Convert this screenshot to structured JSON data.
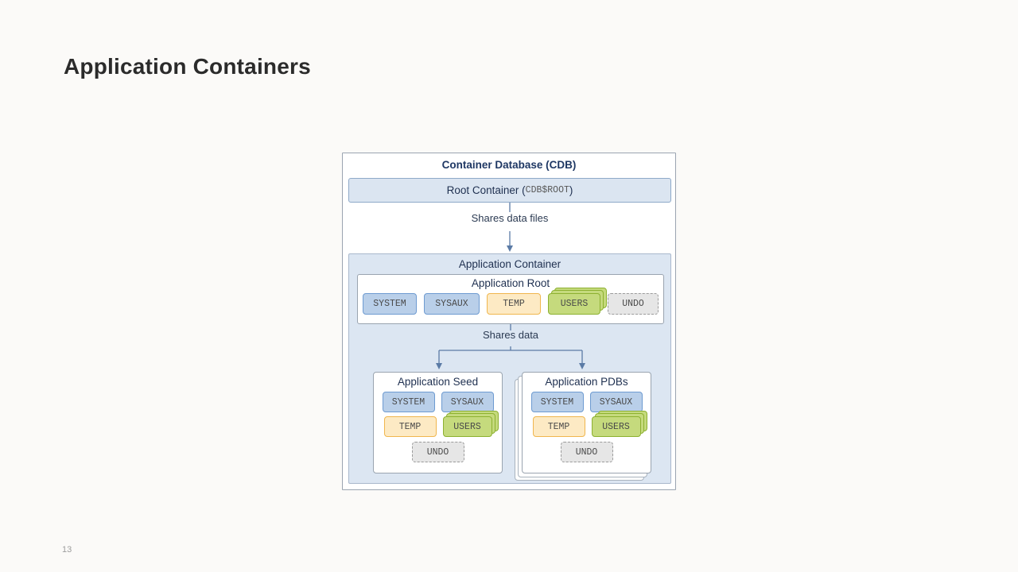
{
  "slide": {
    "title": "Application Containers",
    "page_number": "13",
    "background_color": "#fbfaf8"
  },
  "diagram": {
    "type": "nested-container-architecture",
    "cdb": {
      "title": "Container Database (CDB)",
      "title_color": "#1f3864",
      "root_container": {
        "label": "Root Container (",
        "name_mono": "CDB$ROOT",
        "label_close": ")",
        "fill_color": "#dbe5f1",
        "border_color": "#8ea9c8"
      },
      "connector_1": {
        "label": "Shares data files",
        "direction": "down",
        "style": "single-arrow"
      },
      "application_container": {
        "title": "Application Container",
        "fill_color": "#dce6f2",
        "border_color": "#a9b8cc",
        "application_root": {
          "title": "Application Root",
          "tablespaces": [
            {
              "name": "SYSTEM",
              "style": "blue",
              "stacked": false
            },
            {
              "name": "SYSAUX",
              "style": "blue",
              "stacked": false
            },
            {
              "name": "TEMP",
              "style": "cream",
              "stacked": false
            },
            {
              "name": "USERS",
              "style": "green",
              "stacked": true
            },
            {
              "name": "UNDO",
              "style": "grey",
              "stacked": false
            }
          ]
        },
        "connector_2": {
          "label": "Shares data",
          "direction": "down-fork",
          "style": "two-arrows"
        },
        "children": [
          {
            "title": "Application Seed",
            "stacked": false,
            "row_1": [
              {
                "name": "SYSTEM",
                "style": "blue",
                "stacked": false
              },
              {
                "name": "SYSAUX",
                "style": "blue",
                "stacked": false
              }
            ],
            "row_2": [
              {
                "name": "TEMP",
                "style": "cream",
                "stacked": false
              },
              {
                "name": "USERS",
                "style": "green",
                "stacked": true
              }
            ],
            "row_3": [
              {
                "name": "UNDO",
                "style": "grey",
                "stacked": false
              }
            ]
          },
          {
            "title": "Application PDBs",
            "stacked": true,
            "row_1": [
              {
                "name": "SYSTEM",
                "style": "blue",
                "stacked": false
              },
              {
                "name": "SYSAUX",
                "style": "blue",
                "stacked": false
              }
            ],
            "row_2": [
              {
                "name": "TEMP",
                "style": "cream",
                "stacked": false
              },
              {
                "name": "USERS",
                "style": "green",
                "stacked": true
              }
            ],
            "row_3": [
              {
                "name": "UNDO",
                "style": "grey",
                "stacked": false
              }
            ]
          }
        ]
      }
    },
    "colors": {
      "tablespace_blue_fill": "#b9cfe9",
      "tablespace_blue_border": "#6e9bd1",
      "tablespace_cream_fill": "#fdeac4",
      "tablespace_cream_border": "#f0b64e",
      "tablespace_green_fill": "#c5da7d",
      "tablespace_green_border": "#8db130",
      "tablespace_grey_fill": "#e6e6e6",
      "tablespace_grey_border": "#9b9b9b",
      "connector_color": "#5b7ba6"
    }
  }
}
